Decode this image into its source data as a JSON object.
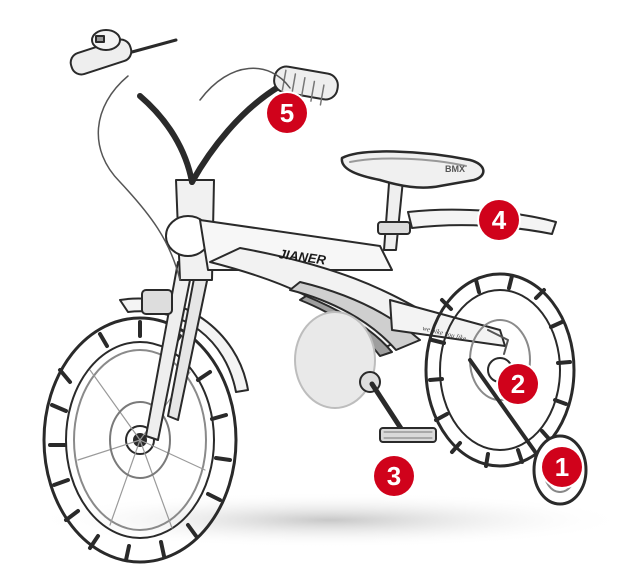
{
  "image": {
    "background": "#ffffff",
    "line_color": "#2a2a2a",
    "marker_color": "#d0021b",
    "frame_brand": "JIANER",
    "seat_brand": "BMX",
    "stay_text": "we bike you like",
    "markers": [
      {
        "id": "1",
        "label": "1"
      },
      {
        "id": "2",
        "label": "2"
      },
      {
        "id": "3",
        "label": "3"
      },
      {
        "id": "4",
        "label": "4"
      },
      {
        "id": "5",
        "label": "5"
      }
    ]
  }
}
